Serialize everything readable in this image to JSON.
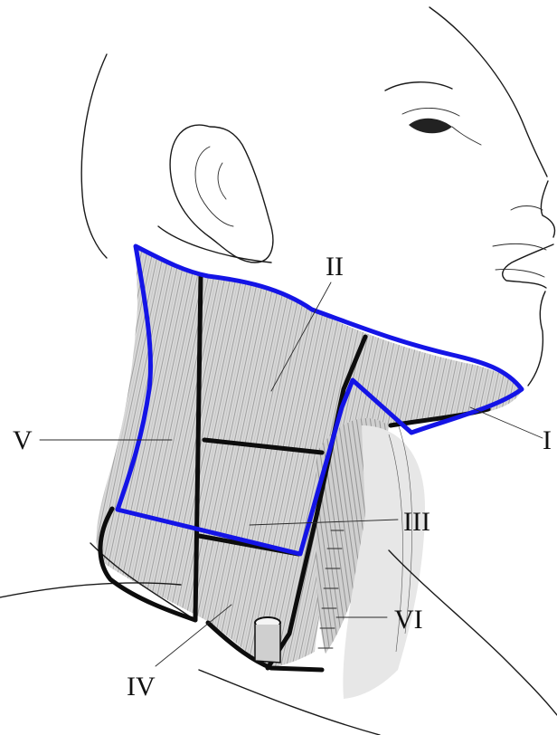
{
  "diagram": {
    "levels": [
      {
        "id": "I",
        "label": "I"
      },
      {
        "id": "II",
        "label": "II"
      },
      {
        "id": "III",
        "label": "III"
      },
      {
        "id": "IV",
        "label": "IV"
      },
      {
        "id": "V",
        "label": "V"
      },
      {
        "id": "VI",
        "label": "VI"
      }
    ],
    "highlight": {
      "color": "#1414e6"
    },
    "colors": {
      "ink": "#111111",
      "tissue": "#d3d3d3"
    }
  }
}
